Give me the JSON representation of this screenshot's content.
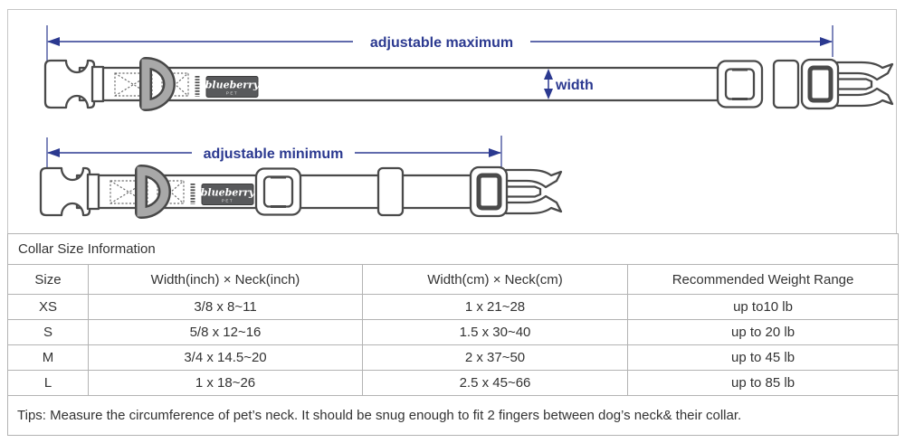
{
  "colors": {
    "accent": "#2b3990",
    "outline": "#4a4a4a",
    "ring": "#a8a8a8",
    "label_bg": "#58595b"
  },
  "diagram": {
    "max_label": "adjustable maximum",
    "min_label": "adjustable minimum",
    "width_label": "width",
    "brand_name": "blueberry",
    "brand_sub": "PET"
  },
  "table": {
    "title": "Collar Size Information",
    "columns": [
      "Size",
      "Width(inch) × Neck(inch)",
      "Width(cm) × Neck(cm)",
      "Recommended Weight Range"
    ],
    "rows": [
      {
        "size": "XS",
        "inch": "3/8 x 8~11",
        "cm": "1 x 21~28",
        "weight": "up to10 lb"
      },
      {
        "size": "S",
        "inch": "5/8 x 12~16",
        "cm": "1.5 x 30~40",
        "weight": "up to 20 lb"
      },
      {
        "size": "M",
        "inch": "3/4 x 14.5~20",
        "cm": "2 x 37~50",
        "weight": "up to 45 lb"
      },
      {
        "size": "L",
        "inch": "1 x 18~26",
        "cm": "2.5 x 45~66",
        "weight": "up to 85 lb"
      }
    ],
    "tips": "Tips: Measure the circumference of pet’s neck. It should be snug enough to fit 2 fingers between dog’s neck& their collar."
  }
}
